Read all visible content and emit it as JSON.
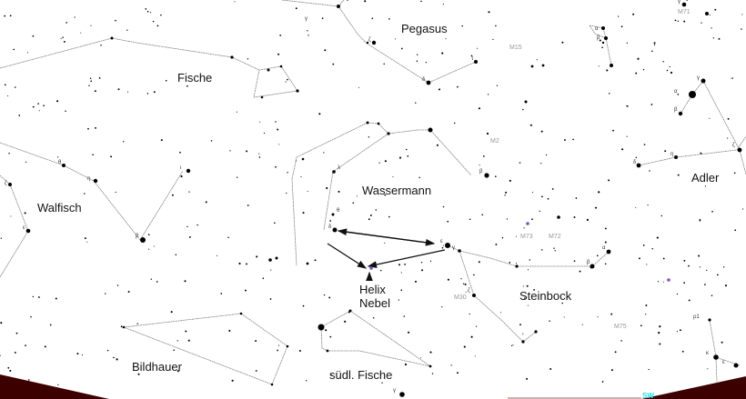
{
  "constellations": {
    "pegasus": "Pegasus",
    "fische": "Fische",
    "walfisch": "Walfisch",
    "wassermann": "Wassermann",
    "steinbock": "Steinbock",
    "adler": "Adler",
    "bildhauer": "Bildhauer",
    "suedl_fische": "südl. Fische"
  },
  "nebula": {
    "line1": "Helix",
    "line2": "Nebel"
  },
  "messier": [
    "M71",
    "M15",
    "M2",
    "M73",
    "M72",
    "M30",
    "M75"
  ],
  "greek": [
    "ζ",
    "θ",
    "ε",
    "γ",
    "δ",
    "η",
    "ζ",
    "τ",
    "ι",
    "β",
    "λ",
    "δ",
    "θ",
    "β",
    "ε",
    "γ",
    "ζ",
    "α",
    "β",
    "α",
    "γ",
    "β",
    "δ",
    "η",
    "ζ",
    "γ",
    "α",
    "β",
    "γ",
    "ρ1",
    "κ",
    "ε"
  ],
  "horizon": {
    "direction": "SW"
  },
  "colors": {
    "ground": "#3d0000",
    "lines": "#888888",
    "stars": "#000000",
    "nebula": "#7a4fd0",
    "horizon_label": "#22dddd"
  }
}
